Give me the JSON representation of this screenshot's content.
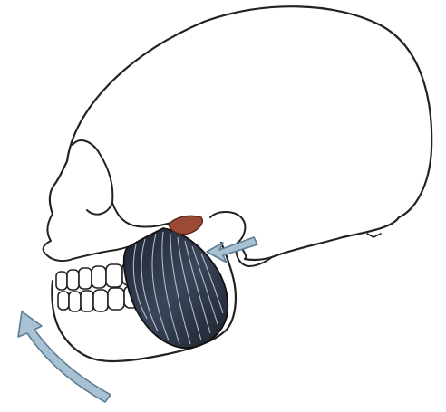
{
  "illustration": {
    "subject": "skull-lateral-view",
    "colors": {
      "outline": "#222222",
      "muscle_dark": "#1d2330",
      "muscle_light": "#8c98ac",
      "muscle_fiber": "#c8d2e0",
      "disc": "#9b4a35",
      "arrow_fill": "#a8c1d3",
      "arrow_stroke": "#5d7e94",
      "paper": "#ffffff"
    },
    "icons": [
      "upward-jaw-rotation-arrow",
      "condyle-forward-arrow"
    ]
  }
}
